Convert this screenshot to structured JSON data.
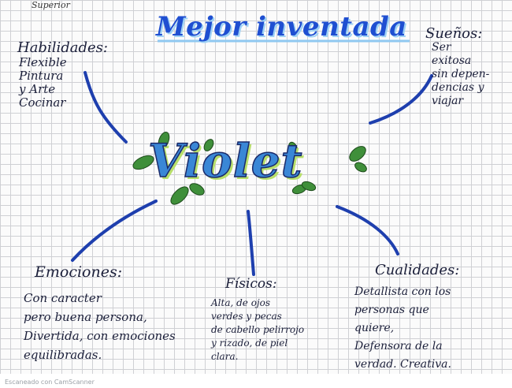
{
  "corner_note": "Superior",
  "title": "Mejor inventada",
  "center": "Violet",
  "sections": {
    "habilidades": {
      "heading": "Habilidades:",
      "items": [
        "Flexible",
        "Pintura",
        "y Arte",
        "Cocinar"
      ]
    },
    "suenos": {
      "heading": "Sueños:",
      "items": [
        "Ser",
        "exitosa",
        "sin depen-",
        "dencias y",
        "viajar"
      ]
    },
    "emociones": {
      "heading": "Emociones:",
      "items": [
        "Con caracter",
        "pero buena persona,",
        "Divertida, con emociones",
        "equilibradas."
      ]
    },
    "fisicos": {
      "heading": "Físicos:",
      "items": [
        "Alta, de ojos",
        "verdes y pecas",
        "de cabello pelirrojo",
        "y rizado, de piel",
        "clara."
      ]
    },
    "cualidades": {
      "heading": "Cualidades:",
      "items": [
        "Detallista con los",
        "personas que",
        "quiere,",
        "Defensora de la",
        "verdad. Creativa."
      ]
    }
  },
  "footer": "Escaneado con CamScanner",
  "colors": {
    "ink": "#1b1f3a",
    "accent": "#1f4fd1",
    "highlight": "#4aa3e0",
    "leaf": "#3f8f3a"
  }
}
